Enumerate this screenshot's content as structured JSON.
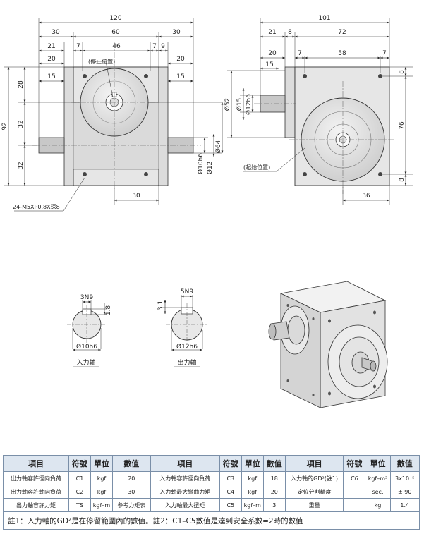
{
  "front_view": {
    "dims": {
      "total_width": "120",
      "left_30": "30",
      "center_60": "60",
      "right_30": "30",
      "left_21": "21",
      "left_7": "7",
      "center_46": "46",
      "right_7": "7",
      "right_9": "9",
      "left_20": "20",
      "right_20": "20",
      "left_15": "15",
      "right_15": "15",
      "height_92": "92",
      "upper_28": "28",
      "mid_32": "32",
      "low_32": "32",
      "bottom_30": "30",
      "dia_10h6": "Ø10h6",
      "dia_12": "Ø12",
      "dia_64": "Ø64"
    },
    "labels": {
      "stop_position": "(停止位置)",
      "thread_note": "24-M5XP0.8X深8"
    }
  },
  "side_view": {
    "dims": {
      "total_101": "101",
      "top_21": "21",
      "top_8": "8",
      "top_72": "72",
      "top_20": "20",
      "top_7a": "7",
      "top_58": "58",
      "top_7b": "7",
      "top_15": "15",
      "dia_52": "Ø52",
      "dia_15": "Ø15",
      "dia_12h6": "Ø12h6",
      "right_8a": "8",
      "right_76": "76",
      "right_8b": "8",
      "bottom_36": "36"
    },
    "labels": {
      "start_position": "(起始位置)"
    }
  },
  "input_shaft": {
    "key": "3N9",
    "depth": "1.8",
    "dia": "Ø10h6",
    "title": "入力軸"
  },
  "output_shaft": {
    "key": "5N9",
    "depth": "3.1",
    "dia": "Ø12h6",
    "title": "出力軸"
  },
  "table": {
    "headers": [
      "項目",
      "符號",
      "單位",
      "數值",
      "項目",
      "符號",
      "單位",
      "數值",
      "項目",
      "符號",
      "單位",
      "數值"
    ],
    "rows": [
      [
        "出力軸容許徑向負荷",
        "C1",
        "kgf",
        "20",
        "入力軸容許徑向負荷",
        "C3",
        "kgf",
        "18",
        "入力軸的GD²(註1)",
        "C6",
        "kgf–m²",
        "3x10⁻⁵"
      ],
      [
        "出力軸容許軸向負荷",
        "C2",
        "kgf",
        "30",
        "入力軸最大彎曲力矩",
        "C4",
        "kgf",
        "20",
        "定位分割精度",
        "",
        "sec.",
        "± 90"
      ],
      [
        "出力軸容許力矩",
        "TS",
        "kgf–m",
        "參考力矩表",
        "入力軸最大扭矩",
        "C5",
        "kgf–m",
        "3",
        "重量",
        "",
        "kg",
        "1.4"
      ]
    ],
    "note": "註1：入力軸的GD²是在停留範圍內的數值。註2：C1–C5數值是達到安全系數=2時的數值"
  }
}
